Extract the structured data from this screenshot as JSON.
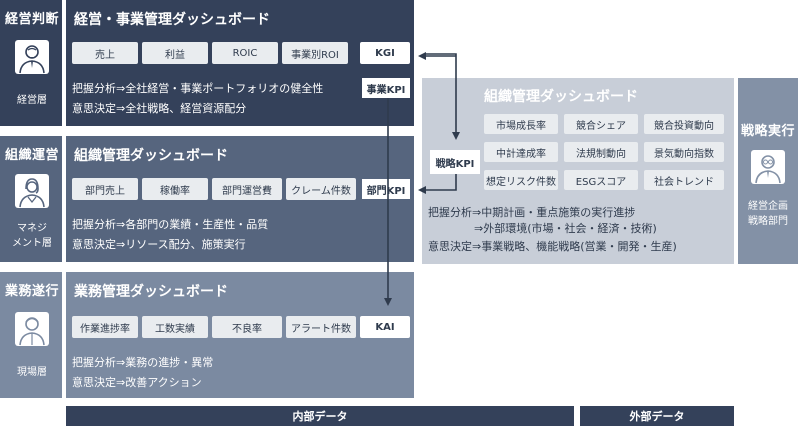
{
  "rows": {
    "executive": {
      "side_title": "経営判断",
      "side_sub": "経営層",
      "panel_title": "経営・事業管理ダッシュボード",
      "chips": [
        "売上",
        "利益",
        "ROIC",
        "事業別ROI"
      ],
      "kpi_chip": "KGI",
      "kpi_box": "事業KPI",
      "lines": [
        "把握分析⇒全社経営・事業ポートフォリオの健全性",
        "意思決定⇒全社戦略、経営資源配分"
      ]
    },
    "organization": {
      "side_title": "組織運営",
      "side_sub": "マネジ\nメント層",
      "panel_title": "組織管理ダッシュボード",
      "chips": [
        "部門売上",
        "稼働率",
        "部門運営費",
        "クレーム件数"
      ],
      "kpi_box": "部門KPI",
      "lines": [
        "把握分析⇒各部門の業績・生産性・品質",
        "意思決定⇒リソース配分、施策実行"
      ]
    },
    "operations": {
      "side_title": "業務遂行",
      "side_sub": "現場層",
      "panel_title": "業務管理ダッシュボード",
      "chips": [
        "作業進捗率",
        "工数実績",
        "不良率",
        "アラート件数"
      ],
      "kpi_chip": "KAI",
      "lines": [
        "把握分析⇒業務の進捗・異常",
        "意思決定⇒改善アクション"
      ]
    }
  },
  "strategy": {
    "panel_title": "組織管理ダッシュボード",
    "kpi_box": "戦略KPI",
    "chips": [
      "市場成長率",
      "競合シェア",
      "競合投資動向",
      "中計達成率",
      "法規制動向",
      "景気動向指数",
      "想定リスク件数",
      "ESGスコア",
      "社会トレンド"
    ],
    "lines": [
      "把握分析⇒中期計画・重点施策の実行進捗",
      "⇒外部環境(市場・社会・経済・技術)",
      "意思決定⇒事業戦略、機能戦略(営業・開発・生産)"
    ],
    "side_title": "戦略実行",
    "side_sub": "経営企画\n戦略部門"
  },
  "footer": {
    "internal": "内部データ",
    "external": "外部データ"
  },
  "colors": {
    "dark": "#34415a",
    "mid": "#56657e",
    "light": "#7b8aa1",
    "strategy_panel": "#c8ced8",
    "strategy_side": "#8391a6",
    "arrow": "#2f3b4d"
  },
  "icons": {
    "executive": "executive-person-icon",
    "organization": "manager-person-icon",
    "operations": "worker-person-icon",
    "strategy": "strategist-person-icon"
  }
}
